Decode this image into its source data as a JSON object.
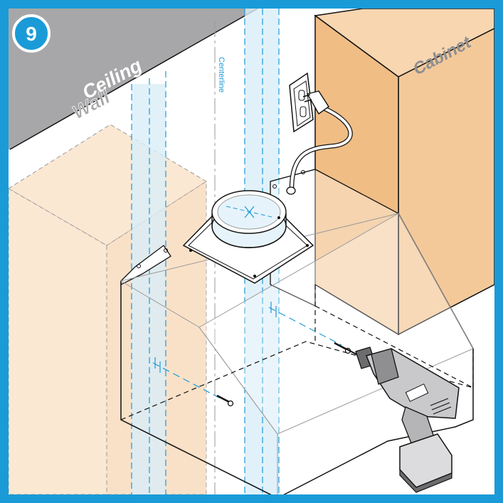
{
  "step": {
    "number": "9"
  },
  "labels": {
    "ceiling": "Ceiling",
    "wall": "Wall",
    "cabinet": "Cabinet",
    "centerline": "Centerline"
  },
  "colors": {
    "frame": "#1a9bd7",
    "ceiling": "#a7a7a9",
    "cabinet": "#f4c99a",
    "ghost_cabinet": "#fbe8d3",
    "guide_band": "#d9eef9",
    "guide_line": "#1a9bd7",
    "drill_body": "#c9c9cb",
    "drill_dark": "#6c6c6e"
  },
  "icons": [
    "step-badge-icon",
    "outlet-icon",
    "power-plug-icon",
    "power-cord-icon",
    "duct-collar-icon",
    "screw-icon",
    "cordless-drill-icon",
    "range-hood-icon"
  ]
}
